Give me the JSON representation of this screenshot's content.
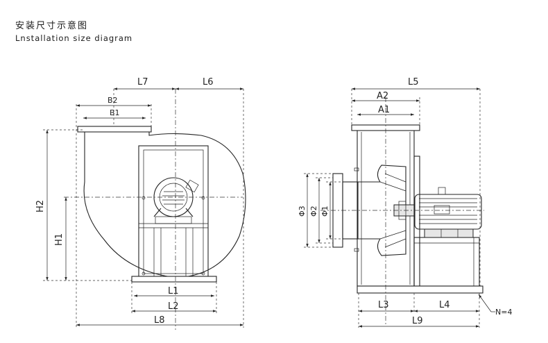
{
  "header": {
    "title_cn": "安装尺寸示意图",
    "title_en": "Lnstallation size diagram"
  },
  "side_view": {
    "labels": {
      "L7": "L7",
      "L6": "L6",
      "B2": "B2",
      "B1": "B1",
      "H2": "H2",
      "H1": "H1",
      "L1": "L1",
      "L2": "L2",
      "L8": "L8"
    }
  },
  "front_view": {
    "labels": {
      "L5": "L5",
      "A2": "A2",
      "A1": "A1",
      "D3": "Φ3",
      "D2": "Φ2",
      "D1": "Φ1",
      "L3": "L3",
      "L4": "L4",
      "L9": "L9",
      "N": "N=4"
    }
  }
}
